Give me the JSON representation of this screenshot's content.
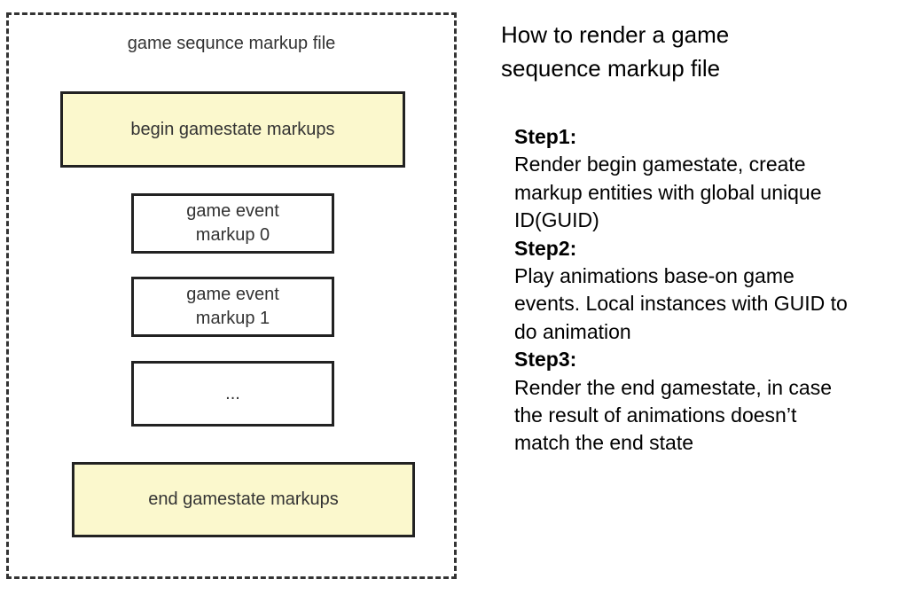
{
  "diagram": {
    "title": "game sequnce markup file",
    "begin_box": "begin gamestate markups",
    "event_boxes": [
      "game event\nmarkup 0",
      "game event\nmarkup 1",
      "..."
    ],
    "end_box": "end gamestate markups",
    "colors": {
      "state_fill": "#fbf8cd",
      "border": "#222222"
    }
  },
  "explanation": {
    "heading": "How to render a game sequence markup file",
    "steps": [
      {
        "title": "Step1:",
        "text": "Render begin gamestate, create\nmarkup entities with global unique\nID(GUID)"
      },
      {
        "title": "Step2:",
        "text": "Play animations base-on game\nevents. Local instances with GUID to\ndo animation"
      },
      {
        "title": "Step3:",
        "text": "Render the end gamestate, in case\nthe result of animations doesn’t\nmatch the end state"
      }
    ]
  }
}
